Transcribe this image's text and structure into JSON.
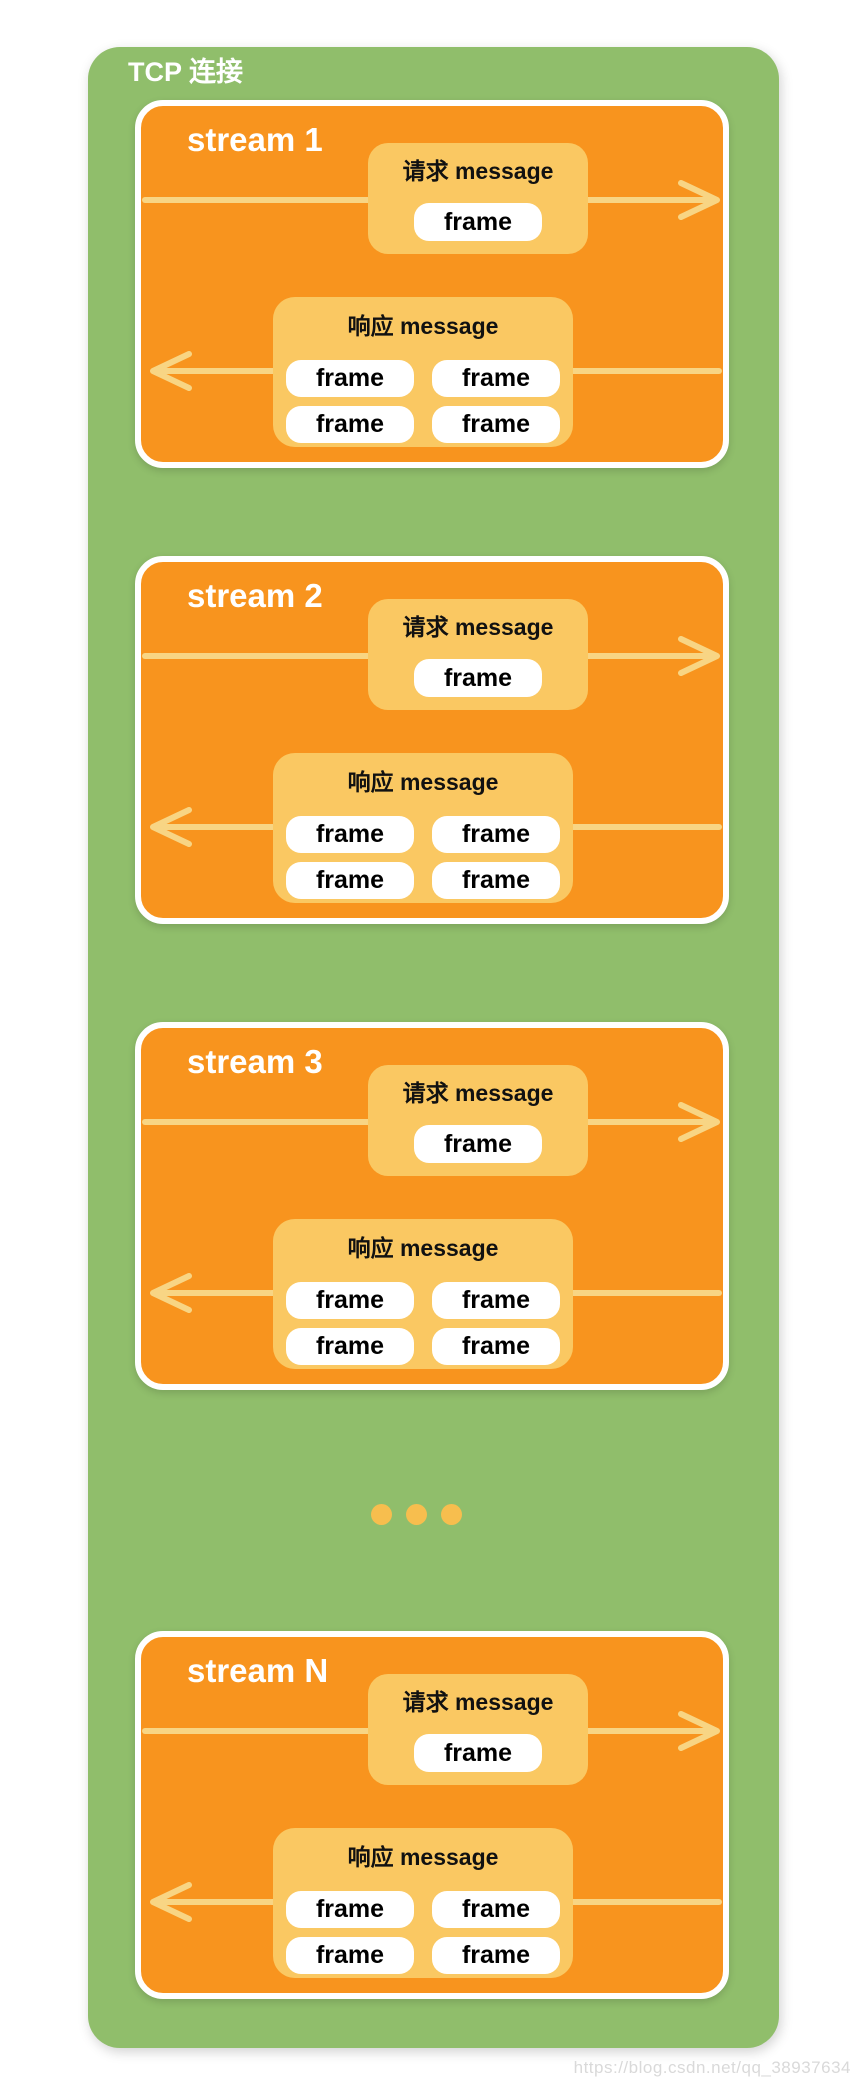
{
  "tcp": {
    "label": "TCP 连接"
  },
  "streams": [
    {
      "label": "stream 1",
      "request": {
        "title": "请求 message",
        "frames": [
          "frame"
        ]
      },
      "response": {
        "title": "响应 message",
        "frames": [
          "frame",
          "frame",
          "frame",
          "frame"
        ]
      }
    },
    {
      "label": "stream 2",
      "request": {
        "title": "请求 message",
        "frames": [
          "frame"
        ]
      },
      "response": {
        "title": "响应 message",
        "frames": [
          "frame",
          "frame",
          "frame",
          "frame"
        ]
      }
    },
    {
      "label": "stream 3",
      "request": {
        "title": "请求 message",
        "frames": [
          "frame"
        ]
      },
      "response": {
        "title": "响应 message",
        "frames": [
          "frame",
          "frame",
          "frame",
          "frame"
        ]
      }
    },
    {
      "label": "stream N",
      "request": {
        "title": "请求 message",
        "frames": [
          "frame"
        ]
      },
      "response": {
        "title": "响应 message",
        "frames": [
          "frame",
          "frame",
          "frame",
          "frame"
        ]
      }
    }
  ],
  "ellipsis": {
    "dot_count": 3
  },
  "watermark": "https://blog.csdn.net/qq_38937634",
  "colors": {
    "green": "#90BE6B",
    "orange": "#F8941E",
    "amber": "#FAC862",
    "arrow": "#F8D584",
    "dot": "#F7BE4E",
    "watermark": "#D9D9D9"
  }
}
